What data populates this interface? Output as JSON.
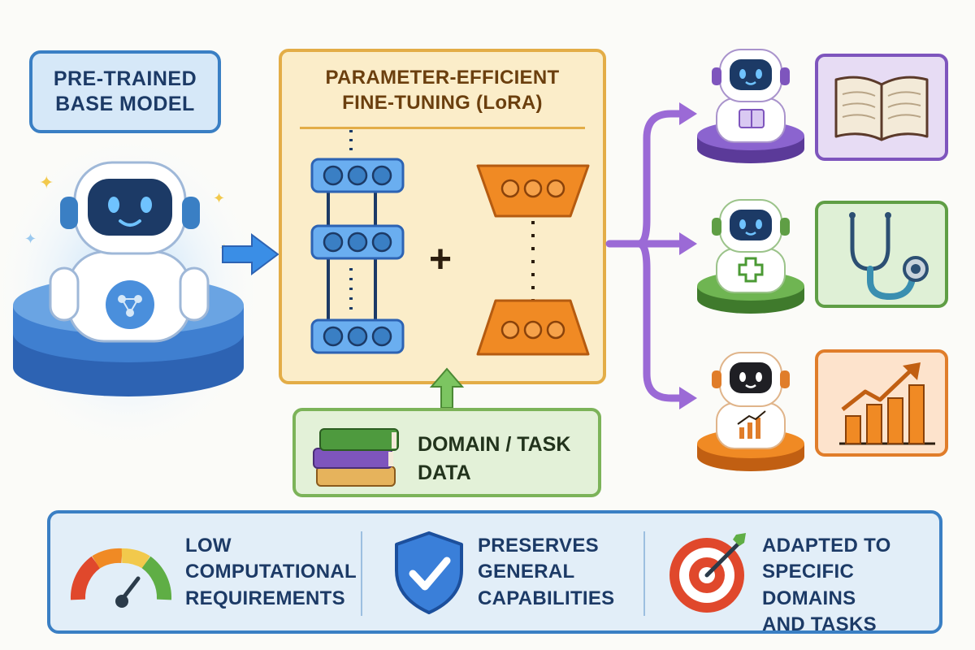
{
  "base_model": {
    "label_line1": "PRE-TRAINED",
    "label_line2": "BASE MODEL"
  },
  "peft": {
    "title_line1": "PARAMETER-EFFICIENT",
    "title_line2": "FINE-TUNING (LoRA)",
    "plus": "+"
  },
  "data_source": {
    "line1": "DOMAIN / TASK",
    "line2": "DATA"
  },
  "adapted_models": [
    {
      "domain_icon": "book-icon",
      "accent": "#7e55bd"
    },
    {
      "domain_icon": "stethoscope-icon",
      "accent": "#5f9e45"
    },
    {
      "domain_icon": "growth-chart-icon",
      "accent": "#e07d2a"
    }
  ],
  "benefits": [
    {
      "icon": "gauge-icon",
      "line1": "LOW",
      "line2": "COMPUTATIONAL",
      "line3": "REQUIREMENTS"
    },
    {
      "icon": "shield-check-icon",
      "line1": "PRESERVES",
      "line2": "GENERAL",
      "line3": "CAPABILITIES"
    },
    {
      "icon": "target-icon",
      "line1": "ADAPTED TO",
      "line2": "SPECIFIC DOMAINS",
      "line3": "AND TASKS"
    }
  ],
  "colors": {
    "blue": "#3a7fc4",
    "gold": "#e3ad47",
    "green": "#7cb359",
    "purple": "#7e55bd",
    "orange": "#e07d2a"
  }
}
